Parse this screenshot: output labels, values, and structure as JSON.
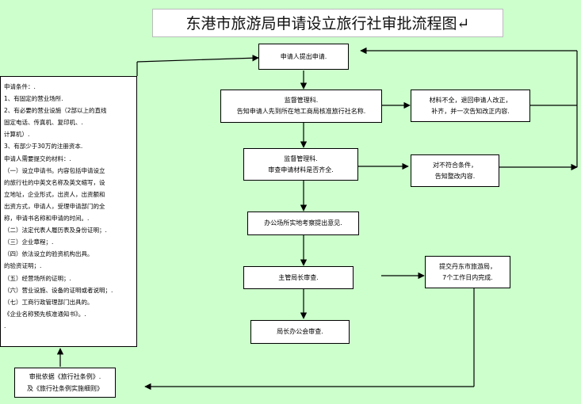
{
  "title": "东港市旅游局申请设立旅行社审批流程图↵",
  "requirements": {
    "lines": [
      "申请条件：.",
      "1、有固定的营业场所.",
      "2、有必要的营业设施（2部以上的直线",
      "固定电话、传真机、复印机、.",
      "计算机）.",
      "3、有部少于30万的注册资本.",
      "申请人需要提交的材料：.",
      "（一）设立申请书。内容包括申请设立",
      "的旅行社的中英文名称及英文缩写，设",
      "立地址，企业形式，出资人，出资额和",
      "出资方式，申请人，受理申请部门的全",
      "称，申请书名称和申请的时间。.",
      "（二）法定代表人履历表及身份证明；.",
      "（三）企业章程；.",
      "（四）依法设立的验资机构出具。",
      "的验资证明；.",
      "（五）经营场所的证明；.",
      "（六）营业设施、设备的证明或者说明；.",
      "（七）工商行政管理部门出具的。",
      "《企业名称预先核准通知书》。.",
      "."
    ]
  },
  "basis": {
    "line1": "审批依据《旅行社条例》.",
    "line2": "及《旅行社条例实施细则》"
  },
  "steps": {
    "submit": "申请人提出申请.",
    "inform_line1": "监督管理科.",
    "inform_line2": "告知申请人先到所在地工商局核准旅行社名称.",
    "review_line1": "监督管理科.",
    "review_line2": "审查申请材料是否齐全.",
    "office": "办公场所实地考察提出意见.",
    "director": "主管局长审查.",
    "meeting": "局长办公会审查.",
    "incomplete_line1": "材料不全，退回申请人改正，",
    "incomplete_line2": "补齐，并一次告知改正内容.",
    "unqualified_line1": "对不符合条件，",
    "unqualified_line2": "告知整改内容.",
    "dandong_line1": "提交丹东市旅游局，",
    "dandong_line2": "7个工作日内完成."
  }
}
